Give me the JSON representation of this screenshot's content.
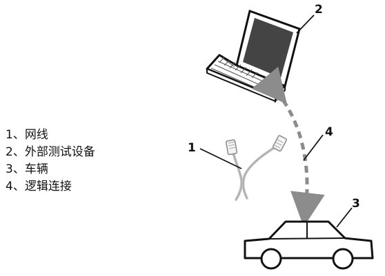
{
  "legend": {
    "items": [
      "1、网线",
      "2、外部测试设备",
      "3、车辆",
      "4、逻辑连接"
    ]
  },
  "callouts": {
    "cable": "1",
    "laptop": "2",
    "vehicle": "3",
    "link": "4"
  },
  "colors": {
    "outline": "#111111",
    "dashed_link": "#8c8c8c",
    "cable": "#c8c8c8",
    "screen": "#444444"
  },
  "icons": [
    "laptop-icon",
    "network-cable-icon",
    "car-icon",
    "dashed-arrow-icon"
  ]
}
